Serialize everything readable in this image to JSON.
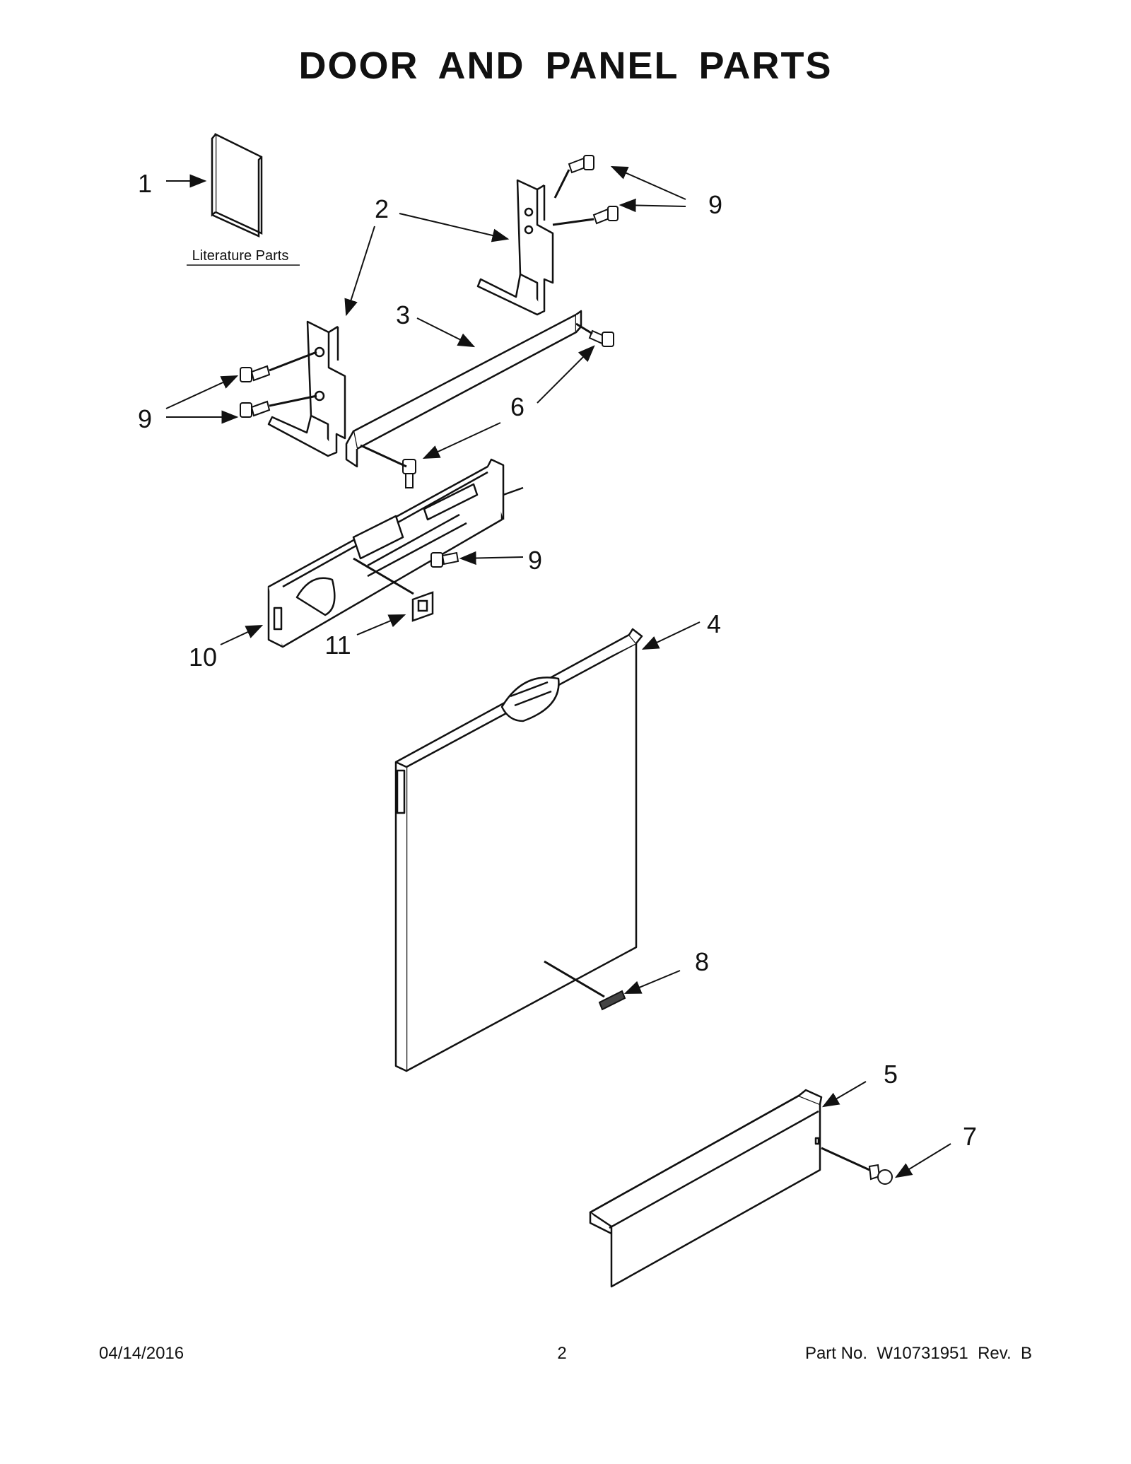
{
  "title": "DOOR AND PANEL PARTS",
  "literature_label": "Literature Parts",
  "callouts": {
    "c1": "1",
    "c2": "2",
    "c3": "3",
    "c4": "4",
    "c5": "5",
    "c6": "6",
    "c7": "7",
    "c8": "8",
    "c9a": "9",
    "c9b": "9",
    "c9c": "9",
    "c10": "10",
    "c11": "11"
  },
  "footer": {
    "date": "04/14/2016",
    "page": "2",
    "part_no": "Part No.  W10731951  Rev.  B"
  }
}
